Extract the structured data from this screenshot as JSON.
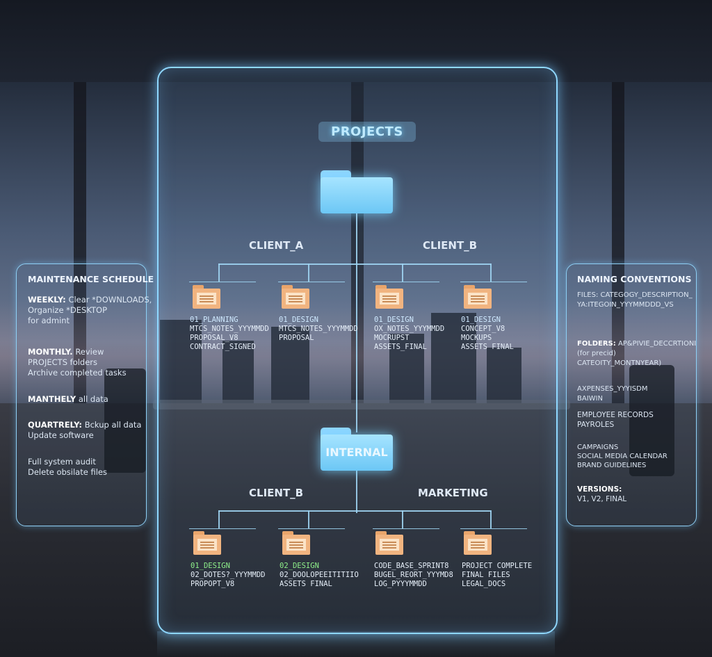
{
  "projects": {
    "title": "PROJECTS"
  },
  "top_branches": {
    "client_a": "CLIENT_A",
    "client_b": "CLIENT_B"
  },
  "top_folders": [
    {
      "name": "01_PLANNING",
      "lines": [
        "MTCS_NOTES_YYYMMDD",
        "PROPOSAL_V8",
        "CONTRACT_SIGNED"
      ]
    },
    {
      "name": "01_DESIGN",
      "lines": [
        "MTCS_NOTES_YYYMMDD",
        "PROPOSAL"
      ]
    },
    {
      "name": "01_DESIGN",
      "lines": [
        "OX_NOTES_YYYMMDD",
        "MOCRUPST",
        "ASSETS_FINAL"
      ]
    },
    {
      "name": "01_DESIGN",
      "lines": [
        "CONCEPT_V8",
        "MOCKUPS",
        "ASSETS FINAL"
      ]
    }
  ],
  "internal": {
    "title": "INTERNAL"
  },
  "bottom_branches": {
    "client_b": "CLIENT_B",
    "marketing": "MARKETING"
  },
  "bottom_folders": [
    {
      "name": "01_DESIGN",
      "lines": [
        "02_DOTES?_YYYMMDD",
        "PROPOPT_V8"
      ]
    },
    {
      "name": "02_DESIGN",
      "lines": [
        "02_DOOLOPEEITITIIO",
        "ASSETS FINAL"
      ]
    },
    {
      "name": "",
      "lines": [
        "CODE_BASE_SPRINT8",
        "BUGEL_REORT_YYYMD8",
        "LOG_PYYYMMDD"
      ]
    },
    {
      "name": "",
      "lines": [
        "PROJECT COMPLETE",
        "FINAL FILES",
        "LEGAL_DOCS"
      ]
    }
  ],
  "maintenance": {
    "title": "MAINTENANCE SCHEDULE",
    "weekly_label": "WEEKLY:",
    "weekly_lines": [
      "Clear *DOWNLOADS,",
      "Organize *DESKTOP",
      "for admint"
    ],
    "monthly_label": "MONTHLY.",
    "monthly_lines": [
      "Review",
      "PROJECTS folders",
      "Archive completed tasks"
    ],
    "manthely_label": "MANTHELY",
    "manthely_text": "all data",
    "quarterly_label": "QUARTRELY:",
    "quarterly_lines": [
      "Bckup all data",
      "Update software"
    ],
    "audit_lines": [
      "Full system audit",
      "Delete obsilate files"
    ]
  },
  "naming": {
    "title": "NAMING CONVENTIONS",
    "files_lines": [
      "FILES: CATEGOGY_DESCRIPTION_",
      "YA:ITEGOIN_YYYMMDDD_VS"
    ],
    "folders_label": "FOLDERS:",
    "folders_lines": [
      "AP&PIVIE_DECCRTIONI",
      "(for precid)",
      "CATEOITY_MONTNYEAR)"
    ],
    "group1": [
      "AXPENSES_YYYISDM",
      "BAIWIN"
    ],
    "group2": [
      "EMPLOYEE RECORDS",
      "PAYROLES"
    ],
    "group3": [
      "CAMPAIGNS",
      "SOCIAL MEDIA CALENDAR",
      "BRAND GUIDELINES"
    ],
    "versions_label": "VERSIONS:",
    "versions_text": "V1, V2, FINAL"
  }
}
